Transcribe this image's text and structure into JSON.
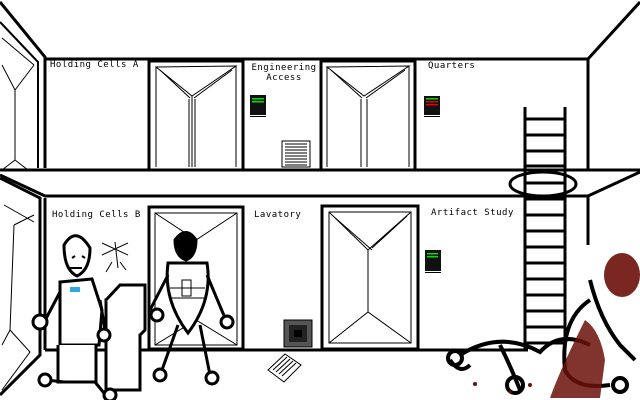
{
  "rooms": {
    "upper": [
      {
        "label": "Holding Cells A"
      },
      {
        "label_line1": "Engineering",
        "label_line2": "Access"
      },
      {
        "label": "Quarters"
      }
    ],
    "lower": [
      {
        "label": "Holding Cells B"
      },
      {
        "label": "Lavatory"
      },
      {
        "label": "Artifact Study"
      }
    ]
  },
  "colors": {
    "panel_green": "#00e000",
    "panel_red": "#e00000",
    "badge_blue": "#30a8e0",
    "blood": "#6a1008"
  }
}
